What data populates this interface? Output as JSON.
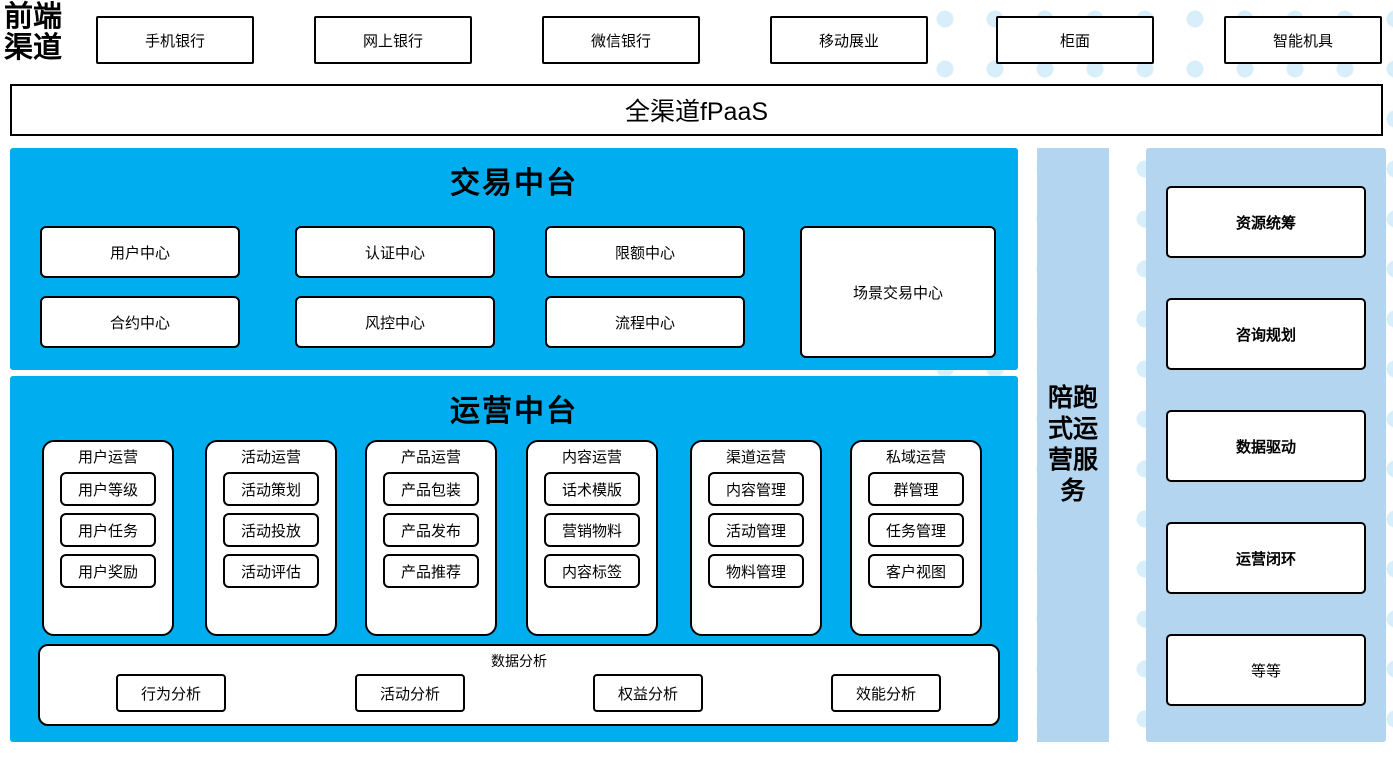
{
  "front_channel": {
    "label": "前端\n渠道",
    "label_line1": "前端",
    "label_line2": "渠道",
    "channels": [
      {
        "name": "手机银行"
      },
      {
        "name": "网上银行"
      },
      {
        "name": "微信银行"
      },
      {
        "name": "移动展业"
      },
      {
        "name": "柜面"
      },
      {
        "name": "智能机具"
      }
    ],
    "fpaas_bar": "全渠道fPaaS"
  },
  "trade_platform": {
    "title": "交易中台",
    "cells": [
      {
        "name": "用户中心"
      },
      {
        "name": "认证中心"
      },
      {
        "name": "限额中心"
      },
      {
        "name": "合约中心"
      },
      {
        "name": "风控中心"
      },
      {
        "name": "流程中心"
      }
    ],
    "wide_cell": "场景交易中心"
  },
  "operation_platform": {
    "title": "运营中台",
    "groups": [
      {
        "title": "用户运营",
        "items": [
          "用户等级",
          "用户任务",
          "用户奖励"
        ]
      },
      {
        "title": "活动运营",
        "items": [
          "活动策划",
          "活动投放",
          "活动评估"
        ]
      },
      {
        "title": "产品运营",
        "items": [
          "产品包装",
          "产品发布",
          "产品推荐"
        ]
      },
      {
        "title": "内容运营",
        "items": [
          "话术模版",
          "营销物料",
          "内容标签"
        ]
      },
      {
        "title": "渠道运营",
        "items": [
          "内容管理",
          "活动管理",
          "物料管理"
        ]
      },
      {
        "title": "私域运营",
        "items": [
          "群管理",
          "任务管理",
          "客户视图"
        ]
      }
    ],
    "analysis": {
      "title": "数据分析",
      "items": [
        "行为分析",
        "活动分析",
        "权益分析",
        "效能分析"
      ]
    }
  },
  "service_column": {
    "title": "陪跑式运营服务"
  },
  "capability_column": {
    "items": [
      {
        "name": "资源统筹",
        "bold": true
      },
      {
        "name": "咨询规划",
        "bold": true
      },
      {
        "name": "数据驱动",
        "bold": true
      },
      {
        "name": "运营闭环",
        "bold": true
      },
      {
        "name": "等等",
        "bold": false
      }
    ]
  },
  "colors": {
    "cyan_panel": "#00AEEF",
    "light_blue_panel": "#b4d5ef",
    "dot_decoration": "#d9eefb",
    "box_border": "#000000",
    "box_fill": "#ffffff"
  }
}
